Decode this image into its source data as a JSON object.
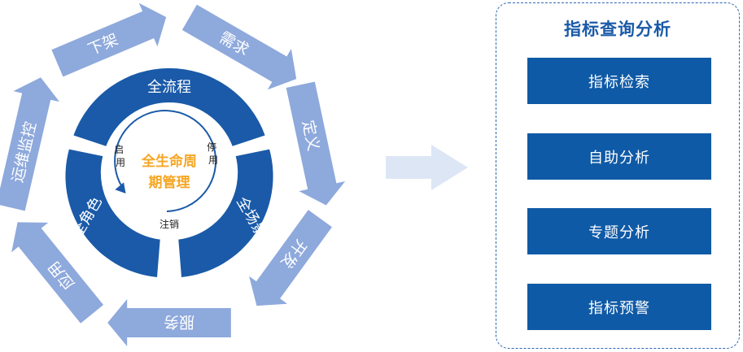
{
  "cycle": {
    "outer_steps": [
      {
        "id": "xiajia",
        "label": "下架"
      },
      {
        "id": "xuqiu",
        "label": "需求"
      },
      {
        "id": "dingyi",
        "label": "定义"
      },
      {
        "id": "kaifa",
        "label": "开发"
      },
      {
        "id": "fuwu",
        "label": "服务"
      },
      {
        "id": "yingyong",
        "label": "应用"
      },
      {
        "id": "yunwei",
        "label": "运维监控"
      }
    ],
    "ring": {
      "top": "全流程",
      "left": "全角色",
      "right": "全场景"
    },
    "center": {
      "line1": "全生命周",
      "line2": "期管理",
      "enable": "启\n用",
      "disable": "停\n用",
      "cancel": "注销"
    }
  },
  "panel": {
    "title": "指标查询分析",
    "buttons": [
      {
        "id": "search",
        "label": "指标检索"
      },
      {
        "id": "self",
        "label": "自助分析"
      },
      {
        "id": "topic",
        "label": "专题分析"
      },
      {
        "id": "alert",
        "label": "指标预警"
      }
    ]
  },
  "colors": {
    "arrow": "#8ea9dc",
    "ring": "#1a5aa8",
    "accent": "#f5a623",
    "button": "#0f5aa6"
  }
}
